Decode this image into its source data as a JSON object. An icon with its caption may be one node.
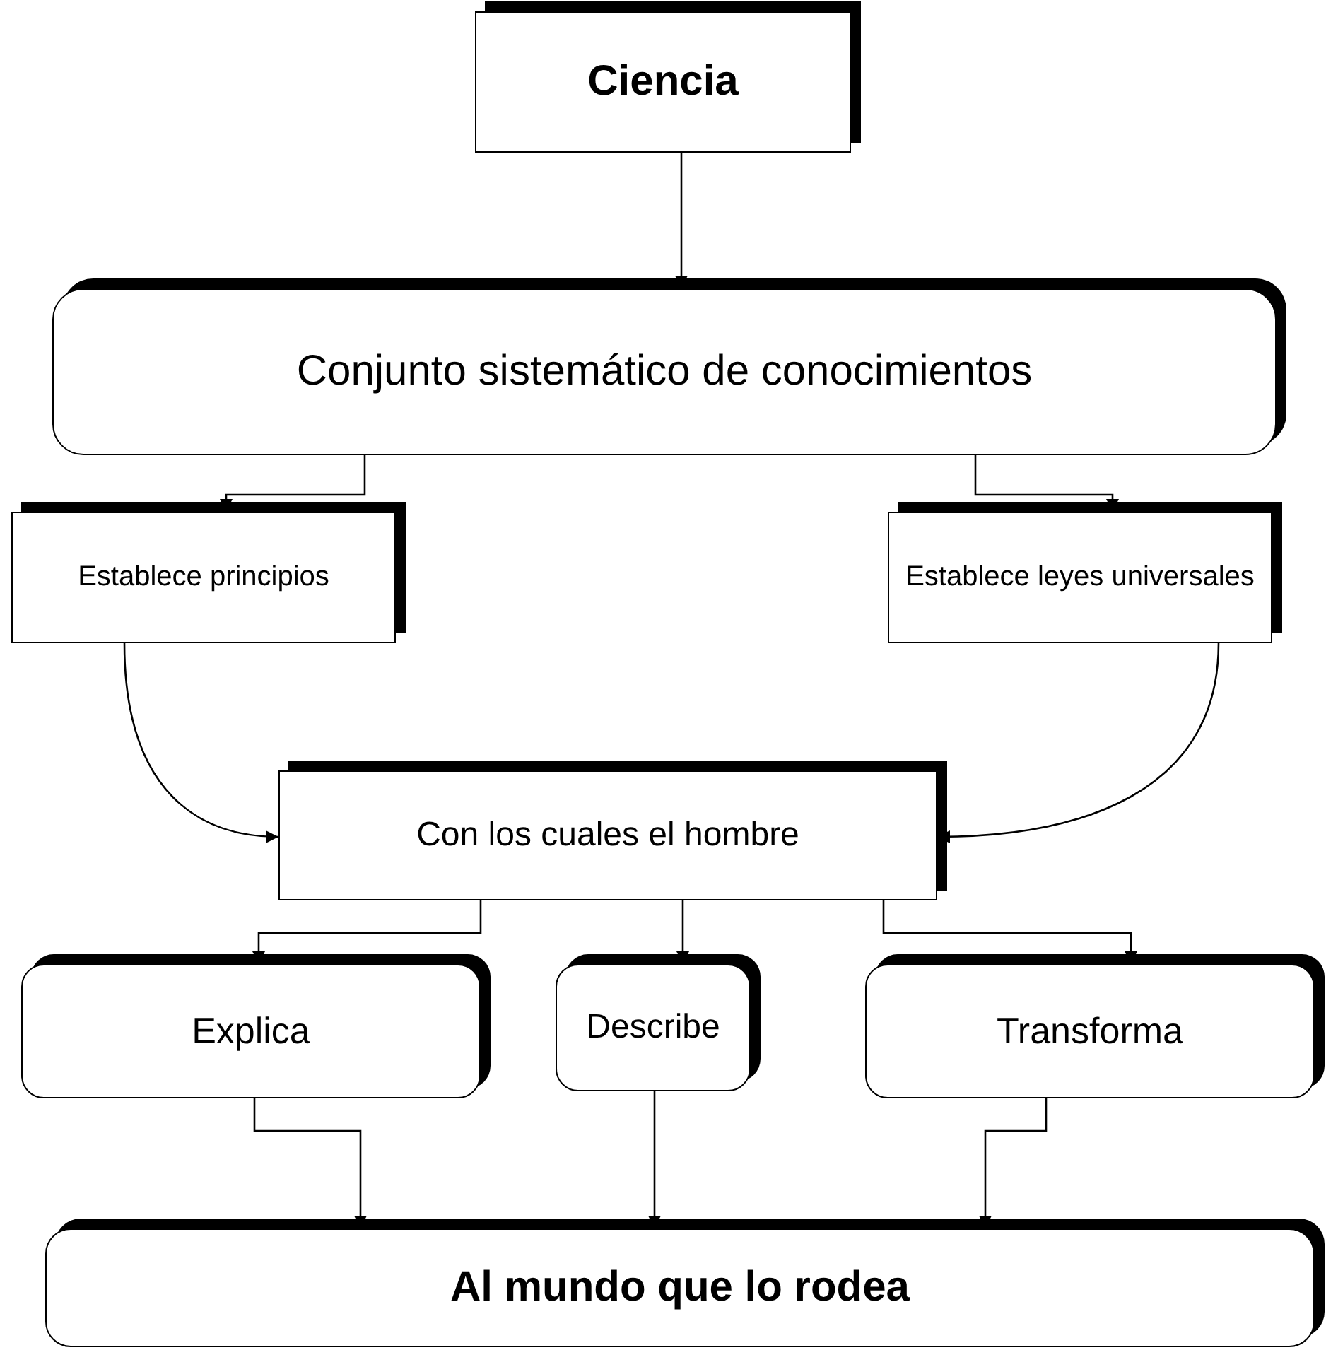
{
  "diagram": {
    "nodes": [
      {
        "text": [
          "Ciencia"
        ]
      },
      {
        "text": [
          "Conjunto sistemático de conocimientos"
        ]
      },
      {
        "text": [
          "Establece principios"
        ]
      },
      {
        "text": [
          "Establece leyes universales"
        ]
      },
      {
        "text": [
          "Con los cuales el hombre"
        ]
      },
      {
        "text": [
          "Explica"
        ]
      },
      {
        "text": [
          "Describe"
        ]
      },
      {
        "text": [
          "Transforma"
        ]
      },
      {
        "text": [
          "Al mundo que lo rodea"
        ]
      }
    ],
    "edges": [
      {
        "from": 0,
        "to": 1,
        "arrow": "to"
      },
      {
        "from": 1,
        "to": 2,
        "arrow": "to"
      },
      {
        "from": 1,
        "to": 3,
        "arrow": "to"
      },
      {
        "from": 2,
        "to": 4,
        "arrow": "to"
      },
      {
        "from": 3,
        "to": 4,
        "arrow": "to"
      },
      {
        "from": 4,
        "to": 5,
        "arrow": "to"
      },
      {
        "from": 4,
        "to": 6,
        "arrow": "to"
      },
      {
        "from": 4,
        "to": 7,
        "arrow": "to"
      },
      {
        "from": 5,
        "to": 8,
        "arrow": "to"
      },
      {
        "from": 6,
        "to": 8,
        "arrow": "to"
      },
      {
        "from": 7,
        "to": 8,
        "arrow": "to"
      }
    ]
  }
}
